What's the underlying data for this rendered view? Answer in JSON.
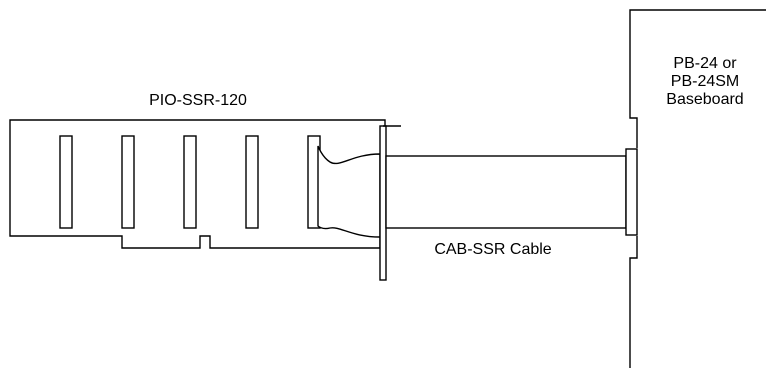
{
  "labels": {
    "board": "PIO-SSR-120",
    "cable": "CAB-SSR Cable",
    "baseboard_line1": "PB-24 or",
    "baseboard_line2": "PB-24SM",
    "baseboard_line3": "Baseboard"
  },
  "colors": {
    "stroke": "#000000",
    "background": "#ffffff"
  }
}
